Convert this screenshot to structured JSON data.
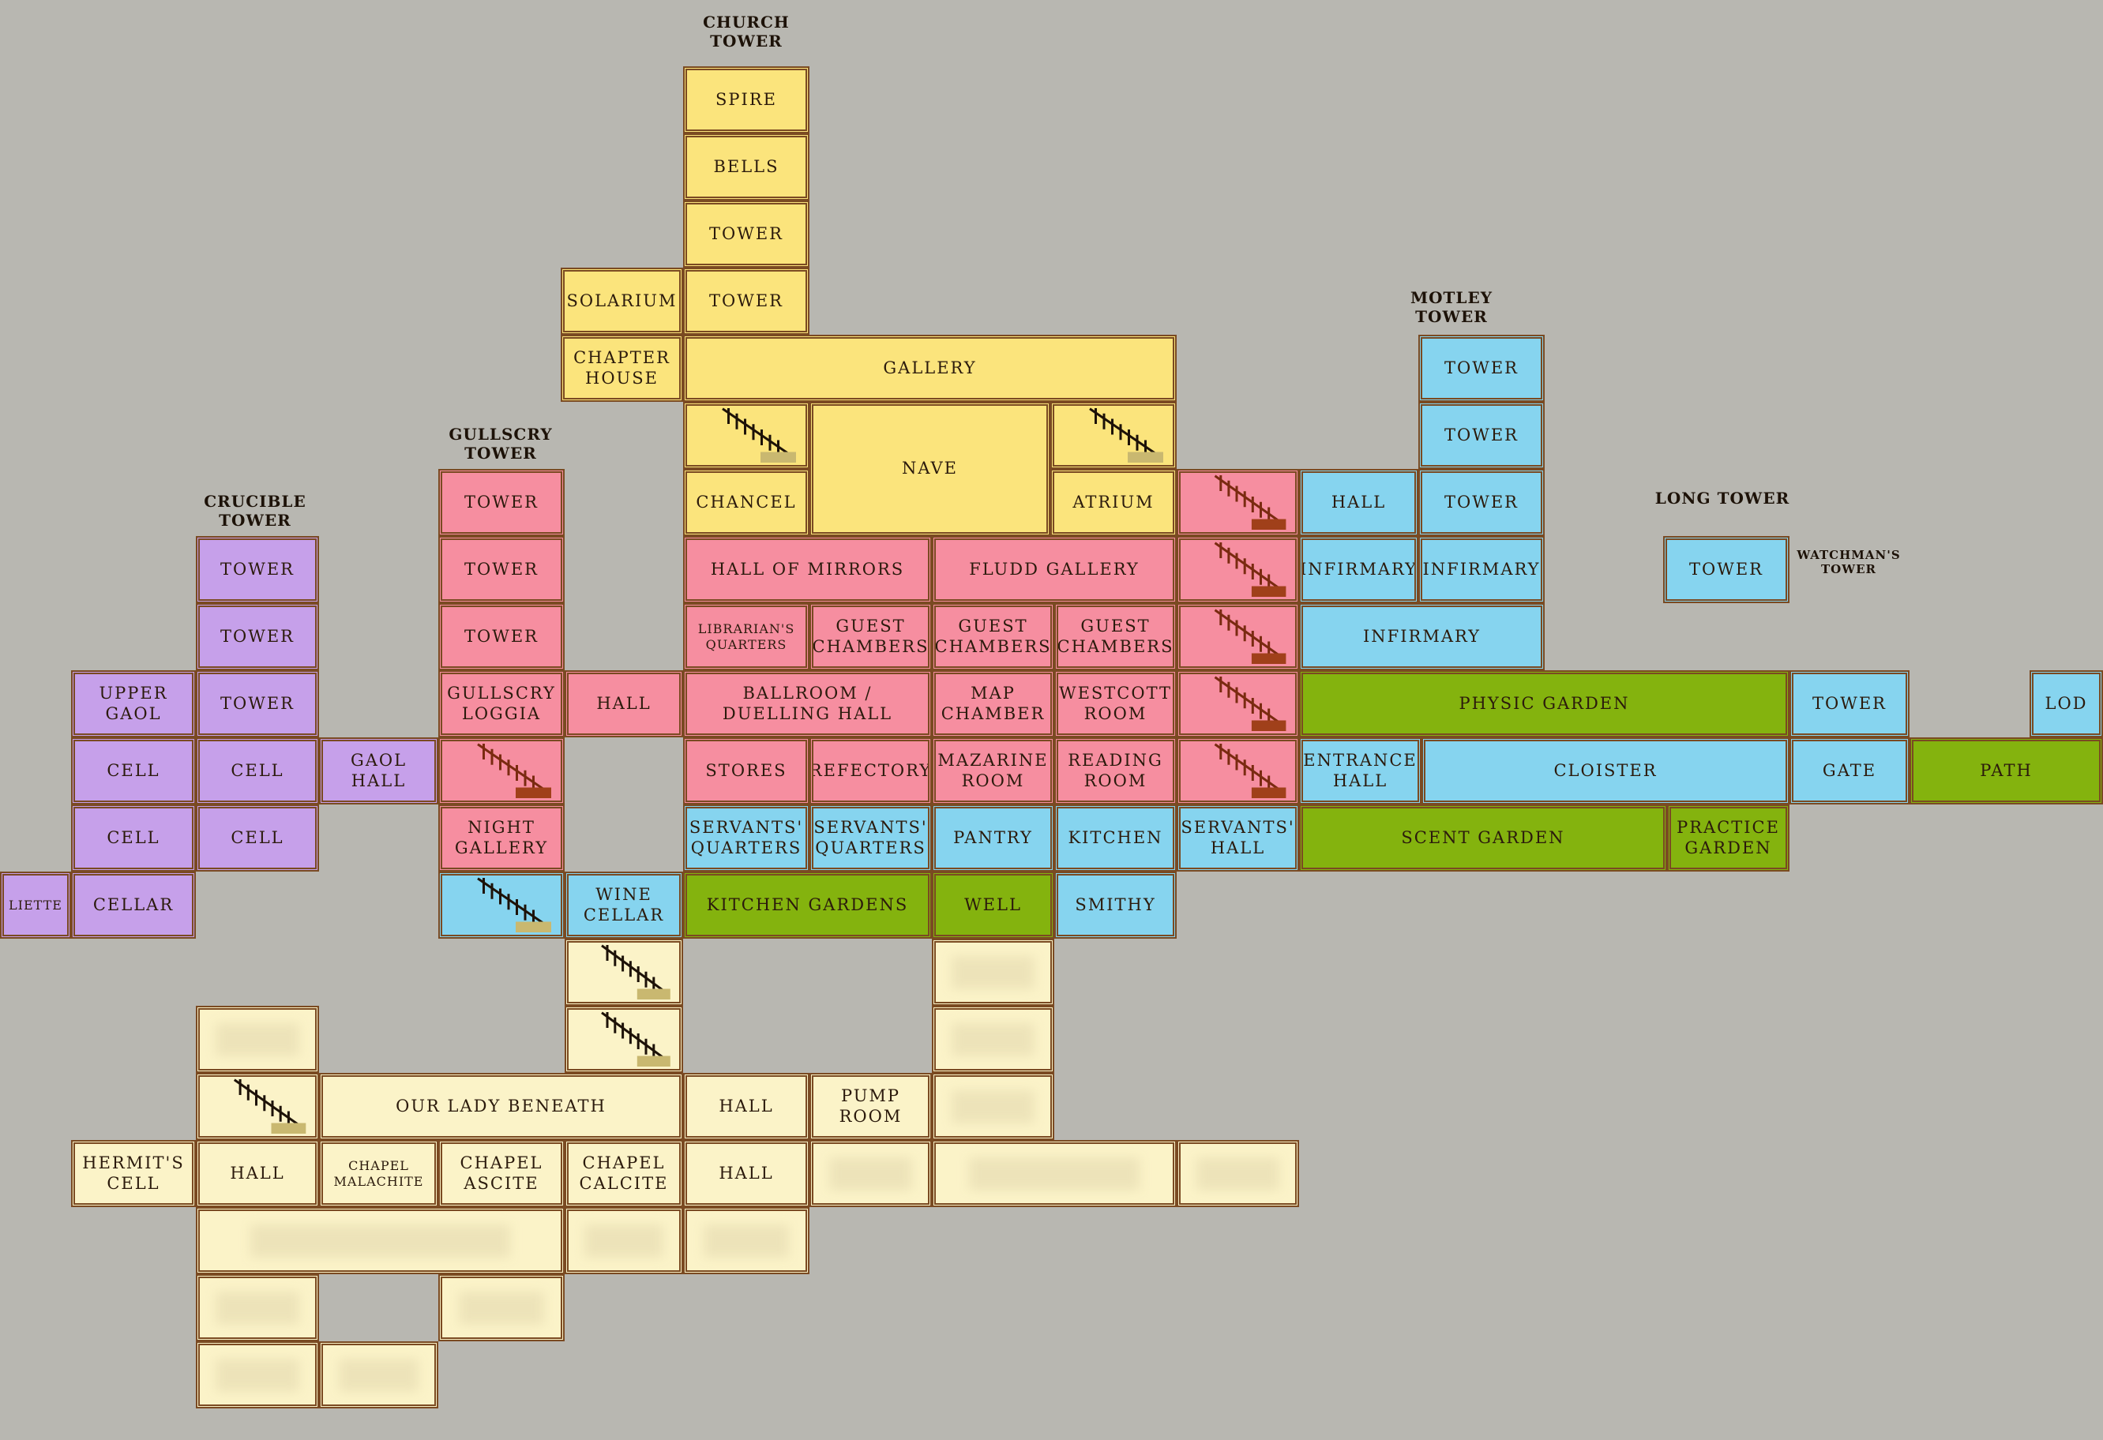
{
  "towers": [
    {
      "label": "CHURCH TOWER",
      "x": 0,
      "y": 0
    },
    {
      "label": "MOTLEY TOWER"
    },
    {
      "label": "GULLSCRY TOWER"
    },
    {
      "label": "CRUCIBLE TOWER"
    },
    {
      "label": "LONG TOWER"
    },
    {
      "label": "WATCHMAN'S\nTOWER"
    }
  ],
  "rooms": [
    {
      "label": "SPIRE"
    },
    {
      "label": "BELLS"
    },
    {
      "label": "TOWER"
    },
    {
      "label": "SOLARIUM"
    },
    {
      "label": "TOWER"
    },
    {
      "label": "CHAPTER\nHOUSE"
    },
    {
      "label": "GALLERY"
    },
    {
      "label": "NAVE"
    },
    {
      "label": "CHANCEL"
    },
    {
      "label": "ATRIUM"
    },
    {
      "label": "TOWER"
    },
    {
      "label": "TOWER"
    },
    {
      "label": "HALL"
    },
    {
      "label": "TOWER"
    },
    {
      "label": "TOWER"
    },
    {
      "label": "HALL OF MIRRORS"
    },
    {
      "label": "FLUDD GALLERY"
    },
    {
      "label": "INFIRMARY"
    },
    {
      "label": "INFIRMARY"
    },
    {
      "label": "TOWER"
    },
    {
      "label": "TOWER"
    },
    {
      "label": "LIBRARIAN'S\nQUARTERS"
    },
    {
      "label": "GUEST\nCHAMBERS"
    },
    {
      "label": "GUEST\nCHAMBERS"
    },
    {
      "label": "GUEST\nCHAMBERS"
    },
    {
      "label": "INFIRMARY"
    },
    {
      "label": "TOWER"
    },
    {
      "label": "TOWER"
    },
    {
      "label": "TOWER"
    },
    {
      "label": "UPPER\nGAOL"
    },
    {
      "label": "TOWER"
    },
    {
      "label": "GULLSCRY\nLOGGIA"
    },
    {
      "label": "HALL"
    },
    {
      "label": "BALLROOM /\nDUELLING HALL"
    },
    {
      "label": "MAP\nCHAMBER"
    },
    {
      "label": "WESTCOTT\nROOM"
    },
    {
      "label": "PHYSIC GARDEN"
    },
    {
      "label": "TOWER"
    },
    {
      "label": "LOD"
    },
    {
      "label": "CELL"
    },
    {
      "label": "CELL"
    },
    {
      "label": "GAOL\nHALL"
    },
    {
      "label": "STORES"
    },
    {
      "label": "REFECTORY"
    },
    {
      "label": "MAZARINE\nROOM"
    },
    {
      "label": "READING\nROOM"
    },
    {
      "label": "ENTRANCE\nHALL"
    },
    {
      "label": "CLOISTER"
    },
    {
      "label": "GATE"
    },
    {
      "label": "PATH"
    },
    {
      "label": "CELL"
    },
    {
      "label": "CELL"
    },
    {
      "label": "NIGHT\nGALLERY"
    },
    {
      "label": "SERVANTS'\nQUARTERS"
    },
    {
      "label": "SERVANTS'\nQUARTERS"
    },
    {
      "label": "PANTRY"
    },
    {
      "label": "KITCHEN"
    },
    {
      "label": "SERVANTS'\nHALL"
    },
    {
      "label": "SCENT GARDEN"
    },
    {
      "label": "PRACTICE\nGARDEN"
    },
    {
      "label": "LIETTE"
    },
    {
      "label": "CELLAR"
    },
    {
      "label": "WINE\nCELLAR"
    },
    {
      "label": "KITCHEN GARDENS"
    },
    {
      "label": "WELL"
    },
    {
      "label": "SMITHY"
    },
    {
      "label": "OUR LADY BENEATH"
    },
    {
      "label": "HALL"
    },
    {
      "label": "PUMP\nROOM"
    },
    {
      "label": "HERMIT'S\nCELL"
    },
    {
      "label": "HALL"
    },
    {
      "label": "CHAPEL\nMALACHITE"
    },
    {
      "label": "CHAPEL\nASCITE"
    },
    {
      "label": "CHAPEL\nCALCITE"
    },
    {
      "label": "HALL"
    }
  ],
  "colors": {
    "yellow": "#fbe47c",
    "pink": "#f68ea0",
    "blue": "#86d4ef",
    "green": "#84b30e",
    "purple": "#c6a0ea",
    "cream": "#fbf3c8",
    "border": "#7a4a22",
    "background": "#b8b7b1"
  }
}
